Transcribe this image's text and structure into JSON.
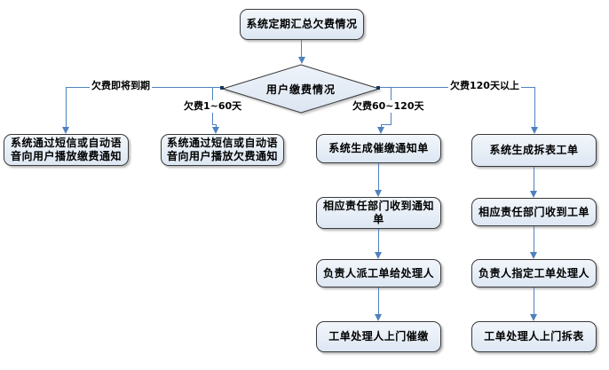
{
  "flowchart": {
    "title_node": "系统定期汇总欠费情况",
    "decision": "用户缴费情况",
    "branches": [
      {
        "condition": "欠费即将到期",
        "steps": [
          "系统通过短信或自动语音向用户播放缴费通知"
        ]
      },
      {
        "condition": "欠费1~60天",
        "steps": [
          "系统通过短信或自动语音向用户播放欠费通知"
        ]
      },
      {
        "condition": "欠费60~120天",
        "steps": [
          "系统生成催缴通知单",
          "相应责任部门收到通知单",
          "负责人派工单给处理人",
          "工单处理人上门催缴"
        ]
      },
      {
        "condition": "欠费120天以上",
        "steps": [
          "系统生成拆表工单",
          "相应责任部门收到工单",
          "负责人指定工单处理人",
          "工单处理人上门拆表"
        ]
      }
    ]
  },
  "colors": {
    "background": "#ffffff",
    "connector": "#4f81bd",
    "node_fill_top": "#f2f6fb",
    "node_fill_bottom": "#dde7f3",
    "node_border": "#3a3a3a",
    "text": "#000000",
    "junction_dot": "#17375e"
  }
}
